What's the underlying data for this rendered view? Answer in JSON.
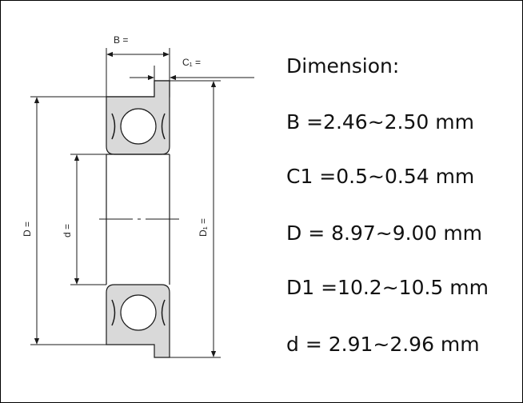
{
  "labels": {
    "B": "B =",
    "C1": "C₁ =",
    "D": "D =",
    "d": "d =",
    "D1": "D₁ ="
  },
  "specs": {
    "heading": "Dimension:",
    "B": "B =2.46~2.50 mm",
    "C1": "C1 =0.5~0.54 mm",
    "D": "D = 8.97~9.00 mm",
    "D1": "D1 =10.2~10.5 mm",
    "d": "d = 2.91~2.96 mm"
  },
  "colors": {
    "line": "#1a1a1a",
    "bearing_fill": "#d9d9d9",
    "ball_fill": "#ffffff"
  }
}
